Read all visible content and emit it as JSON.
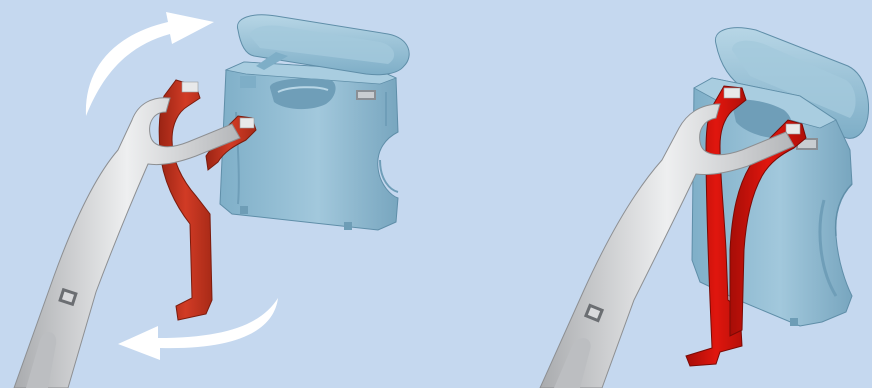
{
  "scene": {
    "background_color": "#c5d8ef",
    "panels": [
      {
        "id": "left",
        "state": "separated",
        "parts": [
          "grey-handle",
          "red-clip",
          "blue-case",
          "blue-lid",
          "rotation-arrows"
        ]
      },
      {
        "id": "right",
        "state": "assembled",
        "parts": [
          "grey-handle",
          "red-clip",
          "blue-case",
          "blue-lid"
        ]
      }
    ],
    "colors": {
      "case": "#8dbbd2",
      "case_dark": "#6e9db6",
      "case_light": "#b2d3e3",
      "clip": "#c9331f",
      "clip_dark": "#952312",
      "handle": "#d6d7d9",
      "handle_dark": "#a7a9ac",
      "arrow": "#ffffff"
    }
  }
}
